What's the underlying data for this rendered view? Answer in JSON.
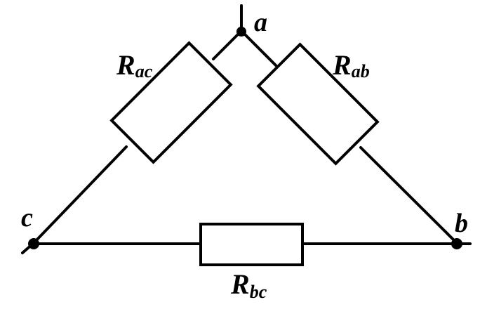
{
  "nodes": {
    "a": {
      "label": "a"
    },
    "b": {
      "label": "b"
    },
    "c": {
      "label": "c"
    }
  },
  "resistors": {
    "ac": {
      "symbol": "R",
      "subscript": "ac"
    },
    "ab": {
      "symbol": "R",
      "subscript": "ab"
    },
    "bc": {
      "symbol": "R",
      "subscript": "bc"
    }
  },
  "colors": {
    "stroke": "#000000",
    "background": "#ffffff"
  }
}
